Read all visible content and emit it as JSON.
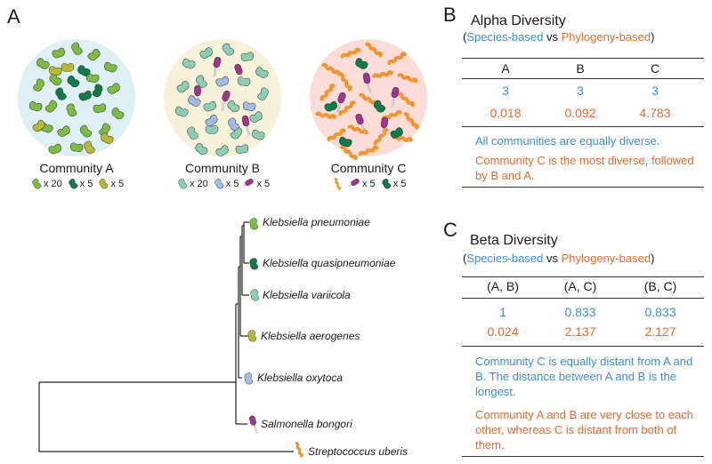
{
  "panels": {
    "a": "A",
    "b": "B",
    "c": "C"
  },
  "communities": [
    {
      "name": "Community A",
      "bg": "#ddf0f3",
      "legend": [
        {
          "count": "x 20",
          "color": "#7dbb42"
        },
        {
          "count": "x 5",
          "color": "#117a4a"
        },
        {
          "count": "x 5",
          "color": "#b7b833"
        }
      ]
    },
    {
      "name": "Community B",
      "bg": "#f6f2d9",
      "legend": [
        {
          "count": "x 20",
          "color": "#8ccfb0"
        },
        {
          "count": "x 5",
          "color": "#9fbde3"
        },
        {
          "count": "x 5",
          "color": "#a0338c"
        }
      ]
    },
    {
      "name": "Community C",
      "bg": "#fbdcd7",
      "legend": [
        {
          "count": "",
          "color": "#f2952f"
        },
        {
          "count": "x 5",
          "color": "#a0338c"
        },
        {
          "count": "x 5",
          "color": "#117a4a"
        }
      ]
    }
  ],
  "alpha": {
    "title": "Alpha Diversity",
    "open": "(",
    "species": "Species-based",
    "vs": "vs",
    "phylo": "Phylogeny-based",
    "close": ")",
    "headers": [
      "A",
      "B",
      "C"
    ],
    "species_values": [
      "3",
      "3",
      "3"
    ],
    "phylo_values": [
      "0.018",
      "0.092",
      "4.783"
    ],
    "note_species": "All communities are equally diverse.",
    "note_phylo": "Community C is the most diverse, followed by B and A."
  },
  "beta": {
    "title": "Beta Diversity",
    "open": "(",
    "species": "Species-based",
    "vs": "vs",
    "phylo": "Phylogeny-based",
    "close": ")",
    "headers": [
      "(A, B)",
      "(A, C)",
      "(B, C)"
    ],
    "species_values": [
      "1",
      "0.833",
      "0.833"
    ],
    "phylo_values": [
      "0.024",
      "2.137",
      "2.127"
    ],
    "note_species": "Community C is equally distant from A and B. The distance between A and B is the longest.",
    "note_phylo": "Community A and B are very close to each other, whereas C is distant from both of them."
  },
  "tree": {
    "species": [
      {
        "name": "Klebsiella pneumoniae",
        "color": "#7dbb42"
      },
      {
        "name": "Klebsiella quasipneumoniae",
        "color": "#117a4a"
      },
      {
        "name": "Klebsiella variicola",
        "color": "#8ccfb0"
      },
      {
        "name": "Klebsiella aerogenes",
        "color": "#b7b833"
      },
      {
        "name": "Klebsiella oxytoca",
        "color": "#9fbde3"
      },
      {
        "name": "Salmonella bongori",
        "color": "#a0338c"
      },
      {
        "name": "Streptococcus uberis",
        "color": "#f2952f"
      }
    ]
  }
}
